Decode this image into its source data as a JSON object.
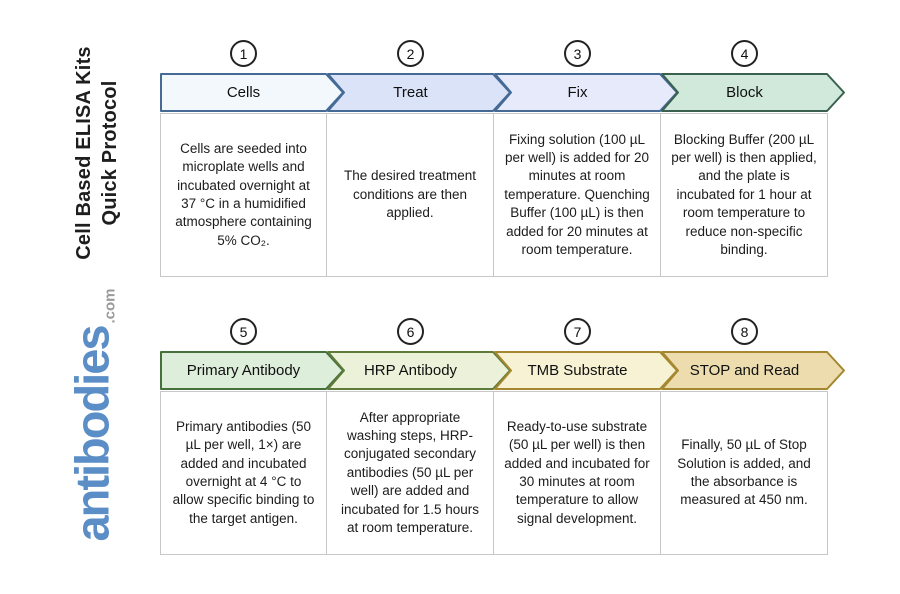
{
  "sidebar": {
    "title_line1": "Cell Based ELISA Kits",
    "title_line2": "Quick Protocol",
    "brand": {
      "name": "antibodies",
      "tld": ".com",
      "name_color": "#5b8ec6",
      "tld_color": "#9a9a9a"
    }
  },
  "steps": [
    {
      "number": "1",
      "label": "Cells",
      "fill": "#f3f8fc",
      "border": "#456a96",
      "description": "Cells are seeded into microplate wells and incubated overnight at 37 °C in a humidified atmosphere containing 5% CO₂."
    },
    {
      "number": "2",
      "label": "Treat",
      "fill": "#dbe3f8",
      "border": "#456a96",
      "description": "The desired treatment conditions are then applied."
    },
    {
      "number": "3",
      "label": "Fix",
      "fill": "#e6eafa",
      "border": "#456a96",
      "description": "Fixing solution (100 µL per well) is added for 20 minutes at room temperature. Quenching Buffer (100 µL) is then added for 20 minutes at room temperature."
    },
    {
      "number": "4",
      "label": "Block",
      "fill": "#d0e9db",
      "border": "#3a6150",
      "description": "Blocking Buffer (200 µL per well) is then applied, and the plate is incubated for 1 hour at room temperature to reduce non-specific binding."
    },
    {
      "number": "5",
      "label": "Primary Antibody",
      "fill": "#ddeeda",
      "border": "#46713b",
      "description": "Primary antibodies (50 µL per well, 1×) are added and incubated overnight at 4 °C to allow specific binding to the target antigen."
    },
    {
      "number": "6",
      "label": "HRP Antibody",
      "fill": "#ebf2d9",
      "border": "#5f7b3a",
      "description": "After appropriate washing steps, HRP-conjugated secondary antibodies (50 µL per well) are added and incubated for 1.5 hours at room temperature."
    },
    {
      "number": "7",
      "label": "TMB Substrate",
      "fill": "#f6f2d3",
      "border": "#a5872f",
      "description": "Ready-to-use substrate (50 µL per well) is then added and incubated for 30 minutes at room temperature to allow signal development."
    },
    {
      "number": "8",
      "label": "STOP and Read",
      "fill": "#ecdcae",
      "border": "#a5872f",
      "description": "Finally, 50 µL of Stop Solution is added, and the absorbance is measured at 450 nm."
    }
  ]
}
